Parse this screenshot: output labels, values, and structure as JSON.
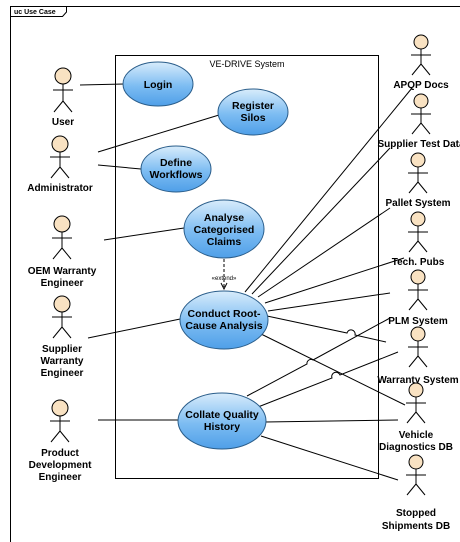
{
  "frame": {
    "label": "uc Use Case"
  },
  "system": {
    "name": "VE-DRIVE System"
  },
  "use_cases": [
    {
      "id": "login",
      "lines": [
        "Login"
      ]
    },
    {
      "id": "register",
      "lines": [
        "Register",
        "Silos"
      ]
    },
    {
      "id": "define",
      "lines": [
        "Define",
        "Workflows"
      ]
    },
    {
      "id": "analyse",
      "lines": [
        "Analyse",
        "Categorised",
        "Claims"
      ]
    },
    {
      "id": "conduct",
      "lines": [
        "Conduct Root-",
        "Cause Analysis"
      ]
    },
    {
      "id": "collate",
      "lines": [
        "Collate Quality",
        "History"
      ]
    }
  ],
  "left_actors": [
    {
      "id": "user",
      "lines": [
        "User"
      ]
    },
    {
      "id": "administrator",
      "lines": [
        "Administrator"
      ]
    },
    {
      "id": "oem",
      "lines": [
        "OEM Warranty",
        "Engineer"
      ]
    },
    {
      "id": "supplier",
      "lines": [
        "Supplier",
        "Warranty",
        "Engineer"
      ]
    },
    {
      "id": "product",
      "lines": [
        "Product",
        "Development",
        "Engineer"
      ]
    }
  ],
  "right_actors": [
    {
      "id": "apqp",
      "lines": [
        "APQP Docs"
      ]
    },
    {
      "id": "supplier_test",
      "lines": [
        "Supplier Test Data"
      ]
    },
    {
      "id": "pallet",
      "lines": [
        "Pallet System"
      ]
    },
    {
      "id": "tech_pubs",
      "lines": [
        "Tech. Pubs"
      ]
    },
    {
      "id": "plm",
      "lines": [
        "PLM System"
      ]
    },
    {
      "id": "warranty",
      "lines": [
        "Warranty System"
      ]
    },
    {
      "id": "vehicle_diag",
      "lines": [
        "Vehicle",
        "Diagnostics DB"
      ]
    },
    {
      "id": "stopped",
      "lines": [
        "Stopped",
        "Shipments DB"
      ]
    }
  ],
  "extend_label": "«extend»",
  "colors": {
    "usecase_light": "#d8ecfb",
    "usecase_dark": "#58a8ee",
    "usecase_border": "#2a5d8a",
    "actor_head": "#f9e2c2"
  }
}
